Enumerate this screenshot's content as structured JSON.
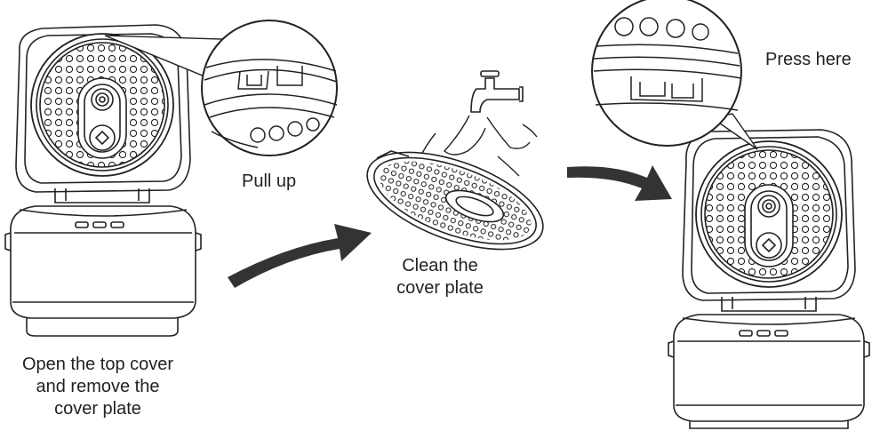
{
  "labels": {
    "open_cover": [
      "Open the top cover",
      "and remove the",
      "cover plate"
    ],
    "pull_up": "Pull up",
    "clean": [
      "Clean the",
      "cover plate"
    ],
    "press_here": "Press here"
  },
  "colors": {
    "line": "#222222",
    "arrow": "#333333",
    "background": "#ffffff"
  },
  "icons": [
    "rice-cooker-icon",
    "faucet-icon",
    "arrow-icon",
    "magnifier-callout-icon",
    "cover-plate-icon"
  ]
}
